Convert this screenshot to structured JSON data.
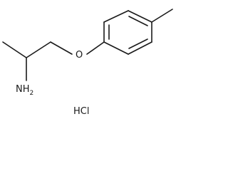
{
  "structure": {
    "atom_labels": {
      "oxygen": "O",
      "amine": "NH",
      "amine_subscript": "2"
    },
    "salt_label": "HCl"
  }
}
